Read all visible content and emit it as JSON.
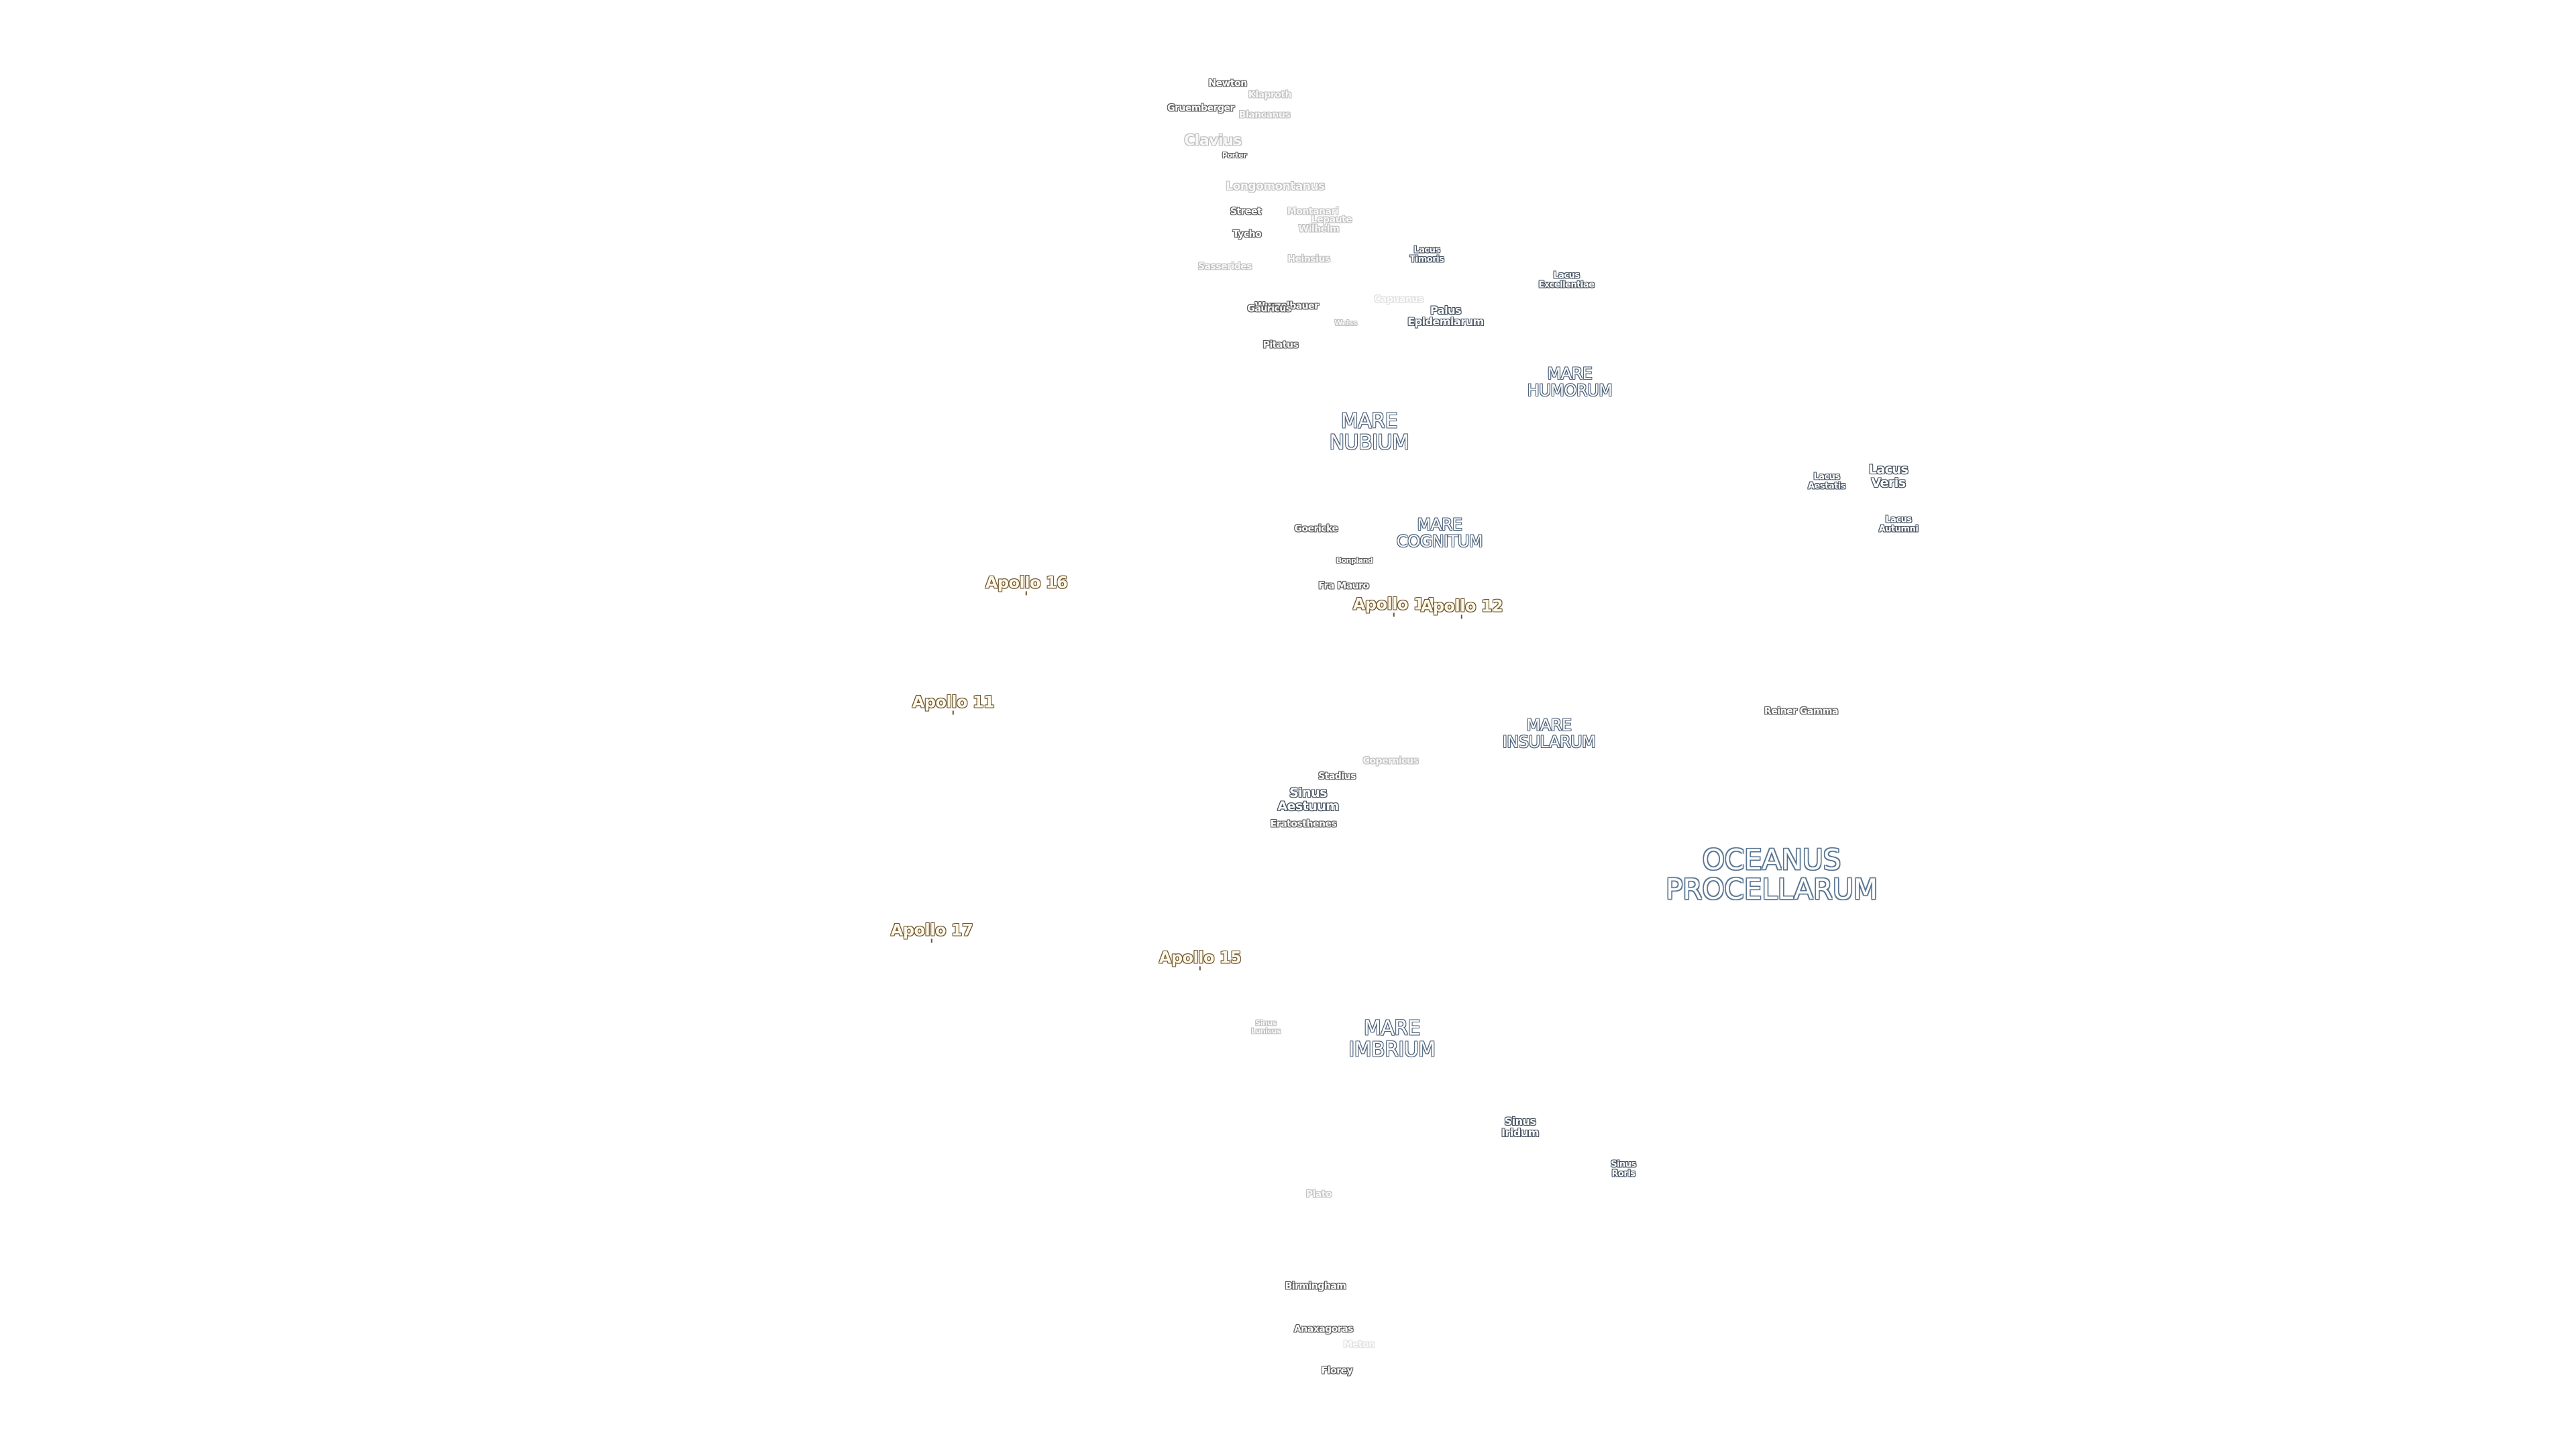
{
  "features": [
    {
      "id": "newton",
      "text": "Newton"
    },
    {
      "id": "klaproth",
      "text": "Klaproth"
    },
    {
      "id": "gruemberger",
      "text": "Gruemberger"
    },
    {
      "id": "blancanus",
      "text": "Blancanus"
    },
    {
      "id": "clavius",
      "text": "Clavius"
    },
    {
      "id": "porter",
      "text": "Porter"
    },
    {
      "id": "longomontanus",
      "text": "Longomontanus"
    },
    {
      "id": "street",
      "text": "Street"
    },
    {
      "id": "montanari",
      "text": "Montanari"
    },
    {
      "id": "lepaute",
      "text": "Lepaute"
    },
    {
      "id": "wilhelm",
      "text": "Wilhelm"
    },
    {
      "id": "tycho",
      "text": "Tycho"
    },
    {
      "id": "heinsius",
      "text": "Heinsius"
    },
    {
      "id": "sasserides",
      "text": "Sasserides"
    },
    {
      "id": "wurzelbauer",
      "text": "Wurzelbauer"
    },
    {
      "id": "gauricus",
      "text": "Gauricus"
    },
    {
      "id": "capuanus",
      "text": "Capuanus"
    },
    {
      "id": "weiss",
      "text": "Weiss"
    },
    {
      "id": "pitatus",
      "text": "Pitatus"
    },
    {
      "id": "goericke",
      "text": "Goericke"
    },
    {
      "id": "bonpland",
      "text": "Bonpland"
    },
    {
      "id": "fra-mauro",
      "text": "Fra Mauro"
    },
    {
      "id": "copernicus",
      "text": "Copernicus"
    },
    {
      "id": "stadius",
      "text": "Stadius"
    },
    {
      "id": "eratosthenes",
      "text": "Eratosthenes"
    },
    {
      "id": "reiner-gamma",
      "text": "Reiner Gamma"
    },
    {
      "id": "sinus-lunicus",
      "text": "Sinus\nLunicus"
    },
    {
      "id": "plato",
      "text": "Plato"
    },
    {
      "id": "birmingham",
      "text": "Birmingham"
    },
    {
      "id": "anaxagoras",
      "text": "Anaxagoras"
    },
    {
      "id": "meton",
      "text": "Meton"
    },
    {
      "id": "florey",
      "text": "Florey"
    },
    {
      "id": "lacus-timoris",
      "text": "Lacus\nTimoris"
    },
    {
      "id": "lacus-excellentiae",
      "text": "Lacus\nExcellentiae"
    },
    {
      "id": "palus-epidemiarum",
      "text": "Palus\nEpidemiarum"
    },
    {
      "id": "lacus-aestatis",
      "text": "Lacus\nAestatis"
    },
    {
      "id": "lacus-veris",
      "text": "Lacus\nVeris"
    },
    {
      "id": "lacus-autumni",
      "text": "Lacus\nAutumni"
    },
    {
      "id": "sinus-aestuum",
      "text": "Sinus\nAestuum"
    },
    {
      "id": "sinus-iridum",
      "text": "Sinus\nIridum"
    },
    {
      "id": "sinus-roris",
      "text": "Sinus\nRoris"
    },
    {
      "id": "mare-humorum",
      "text": "MARE\nHUMORUM"
    },
    {
      "id": "mare-nubium",
      "text": "MARE\nNUBIUM"
    },
    {
      "id": "mare-cognitum",
      "text": "MARE\nCOGNITUM"
    },
    {
      "id": "mare-insularum",
      "text": "MARE\nINSULARUM"
    },
    {
      "id": "mare-imbrium",
      "text": "MARE\nIMBRIUM"
    },
    {
      "id": "oceanus-procellarum",
      "text": "OCEANUS\nPROCELLARUM"
    },
    {
      "id": "apollo-16",
      "text": "Apollo 16"
    },
    {
      "id": "apollo-14",
      "text": "Apollo 14"
    },
    {
      "id": "apollo-12",
      "text": "Apollo 12"
    },
    {
      "id": "apollo-11",
      "text": "Apollo 11"
    },
    {
      "id": "apollo-17",
      "text": "Apollo 17"
    },
    {
      "id": "apollo-15",
      "text": "Apollo 15"
    }
  ]
}
